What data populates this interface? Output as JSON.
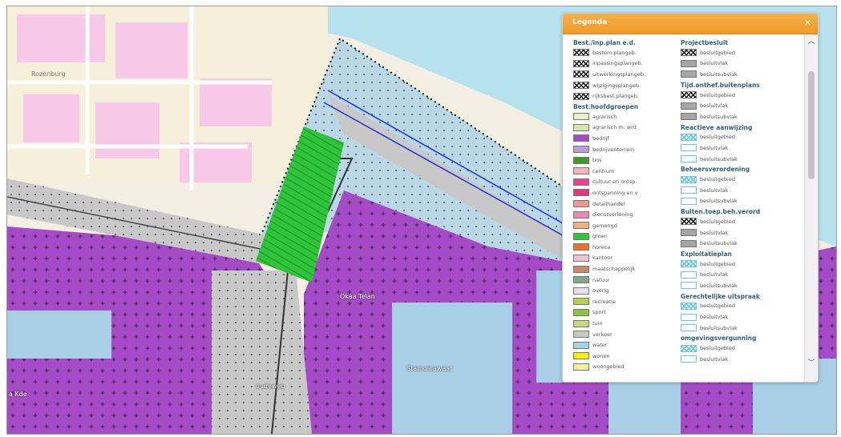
{
  "map": {
    "labels": {
      "rozenburg": "Rozenburg",
      "street_center": "Okaa Telan",
      "street_lower": "Stamoloawaar",
      "street_bottom": "oudeweg",
      "street_left": "a Kde"
    },
    "colors": {
      "water": "#b8e2ee",
      "residential": "#f7c8e8",
      "industry": "#a64bc8",
      "green": "#2fc43a",
      "traffic": "#c8c8c8",
      "project_area": "#b9d7e4"
    }
  },
  "legend": {
    "title": "Legenda",
    "close_icon": "close-icon",
    "left_column": {
      "sections": [
        {
          "title": "Best./inp.plan e.d.",
          "items": [
            {
              "label": "bestem.plangeb.",
              "swatch": "hatch"
            },
            {
              "label": "inpassingsplangeb.",
              "swatch": "hatch"
            },
            {
              "label": "uitwerkingsplangeb.",
              "swatch": "hatch"
            },
            {
              "label": "wijzigingsplangeb.",
              "swatch": "hatch"
            },
            {
              "label": "rijksbest.plangeb.",
              "swatch": "hatch"
            }
          ]
        },
        {
          "title": "Best.hoofdgroepen",
          "items": [
            {
              "label": "agrarisch",
              "color": "#eef0c8"
            },
            {
              "label": "agrarisch m. wrd",
              "color": "#d6e6a6"
            },
            {
              "label": "bedrijf",
              "color": "#a64bc8"
            },
            {
              "label": "bedrijventerrein",
              "color": "#c39ad8"
            },
            {
              "label": "bos",
              "color": "#3f9a2a"
            },
            {
              "label": "centrum",
              "color": "#f3b6b8"
            },
            {
              "label": "cultuur en ontsp.",
              "color": "#ee3f8e"
            },
            {
              "label": "ontspanning en v",
              "color": "#e0397a"
            },
            {
              "label": "detailhandel",
              "color": "#f0968e"
            },
            {
              "label": "dienstverlening",
              "color": "#ee86b6"
            },
            {
              "label": "gemengd",
              "color": "#f1b27a"
            },
            {
              "label": "groen",
              "color": "#2fc43a"
            },
            {
              "label": "horeca",
              "color": "#f07021"
            },
            {
              "label": "kantoor",
              "color": "#eac4da"
            },
            {
              "label": "maatschappelijk",
              "color": "#c98a68"
            },
            {
              "label": "natuur",
              "color": "#82a88a"
            },
            {
              "label": "overig",
              "color": "#eadce8"
            },
            {
              "label": "recreatie",
              "color": "#b6d04a"
            },
            {
              "label": "sport",
              "color": "#8cc63e"
            },
            {
              "label": "tuin",
              "color": "#c9da7a"
            },
            {
              "label": "verkeer",
              "color": "#c8c8c8"
            },
            {
              "label": "water",
              "color": "#a8cfe6"
            },
            {
              "label": "wonen",
              "color": "#f7f300"
            },
            {
              "label": "woongebied",
              "color": "#f4f19a"
            }
          ]
        }
      ]
    },
    "right_column": {
      "sections": [
        {
          "title": "Projectbesluit",
          "items": [
            {
              "label": "besluitgebied",
              "swatch": "hatch"
            },
            {
              "label": "besluitvlak",
              "color": "#a6a6a6"
            },
            {
              "label": "besluitsubvlak",
              "color": "#a6a6a6"
            }
          ]
        },
        {
          "title": "Tijd.onthef.buitenplans",
          "items": [
            {
              "label": "besluitgebied",
              "swatch": "hatch"
            },
            {
              "label": "besluitvlak",
              "color": "#a6a6a6"
            },
            {
              "label": "besluitsubvlak",
              "color": "#a6a6a6"
            }
          ]
        },
        {
          "title": "Reactieve aanwijzing",
          "items": [
            {
              "label": "besluitgebied",
              "swatch": "cyan-hatch"
            },
            {
              "label": "besluitvlak",
              "swatch": "cyan"
            },
            {
              "label": "besluitsubvlak",
              "swatch": "cyan"
            }
          ]
        },
        {
          "title": "Beheersverordening",
          "items": [
            {
              "label": "besluitgebied",
              "swatch": "cyan-hatch"
            },
            {
              "label": "besluitvlak",
              "swatch": "cyan"
            },
            {
              "label": "besluitsubvlak",
              "swatch": "cyan"
            }
          ]
        },
        {
          "title": "Buiten.toep.beh.verord",
          "items": [
            {
              "label": "besluitgebied",
              "swatch": "hatch"
            },
            {
              "label": "besluitvlak",
              "color": "#a6a6a6"
            },
            {
              "label": "besluitsubvlak",
              "color": "#a6a6a6"
            }
          ]
        },
        {
          "title": "Exploitatieplan",
          "items": [
            {
              "label": "besluitgebied",
              "swatch": "cyan-hatch"
            },
            {
              "label": "besluitvlak",
              "swatch": "cyan"
            },
            {
              "label": "besluitsubvlak",
              "swatch": "cyan"
            }
          ]
        },
        {
          "title": "Gerechtelijke uitspraak",
          "items": [
            {
              "label": "besluitgebied",
              "swatch": "cyan-hatch"
            },
            {
              "label": "besluitvlak",
              "swatch": "cyan"
            },
            {
              "label": "besluitsubvlak",
              "swatch": "cyan"
            }
          ]
        },
        {
          "title": "omgevingsvergunning",
          "items": [
            {
              "label": "besluitgebied",
              "swatch": "cyan-hatch"
            },
            {
              "label": "besluitvlak",
              "swatch": "cyan"
            }
          ]
        }
      ]
    },
    "scrollbar": {
      "up_icon": "chevron-up-icon",
      "down_icon": "chevron-down-icon"
    }
  }
}
